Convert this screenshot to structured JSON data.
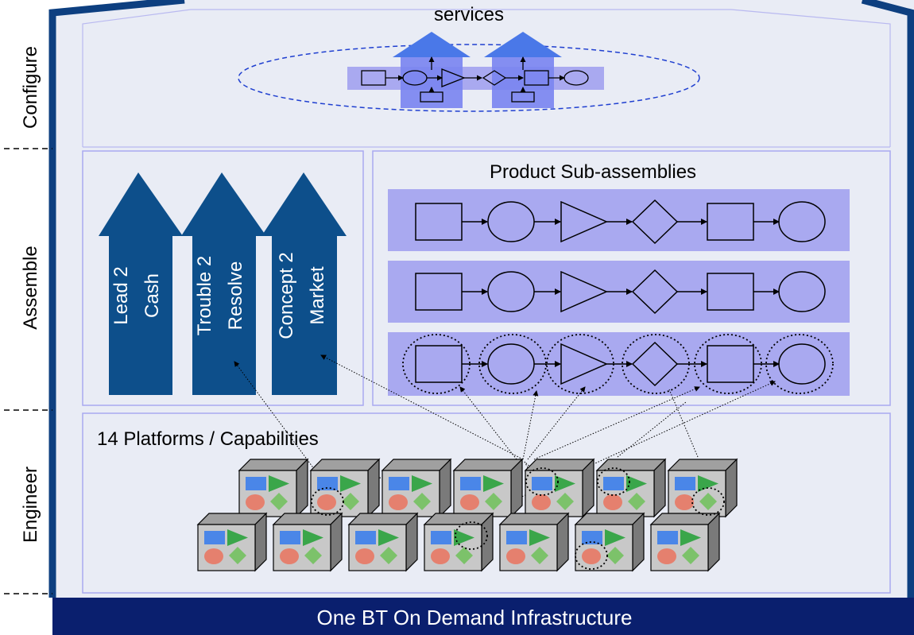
{
  "side_labels": {
    "configure": "Configure",
    "assemble": "Assemble",
    "engineer": "Engineer"
  },
  "configure": {
    "title": "services"
  },
  "assemble": {
    "subassemblies_title": "Product Sub-assemblies",
    "process_arrows": [
      {
        "line1": "Lead 2",
        "line2": "Cash"
      },
      {
        "line1": "Trouble 2",
        "line2": "Resolve"
      },
      {
        "line1": "Concept 2",
        "line2": "Market"
      }
    ]
  },
  "engineer": {
    "title": "14 Platforms / Capabilities"
  },
  "infrastructure": {
    "label": "One BT On Demand Infrastructure"
  },
  "colors": {
    "frame": "#0d3f80",
    "panel_bg": "#e9ecf5",
    "panel_border": "#a9a9f0",
    "band": "#a9a9f0",
    "arrow": "#0d4f8b",
    "infra": "#0a1f6e",
    "cube_face": "#c8c8c8",
    "square": "#4a86e8",
    "triangle": "#3aa64a",
    "circle": "#e5806e",
    "diamond": "#7cc26a"
  }
}
